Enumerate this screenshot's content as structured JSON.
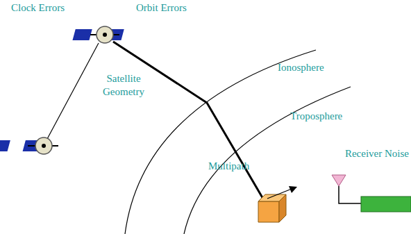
{
  "diagram": {
    "labels": [
      "Clock Errors",
      "Orbit Errors",
      "Satellite Geometry",
      "Ionosphere",
      "Troposphere",
      "Multipath",
      "Receiver Noise"
    ]
  }
}
